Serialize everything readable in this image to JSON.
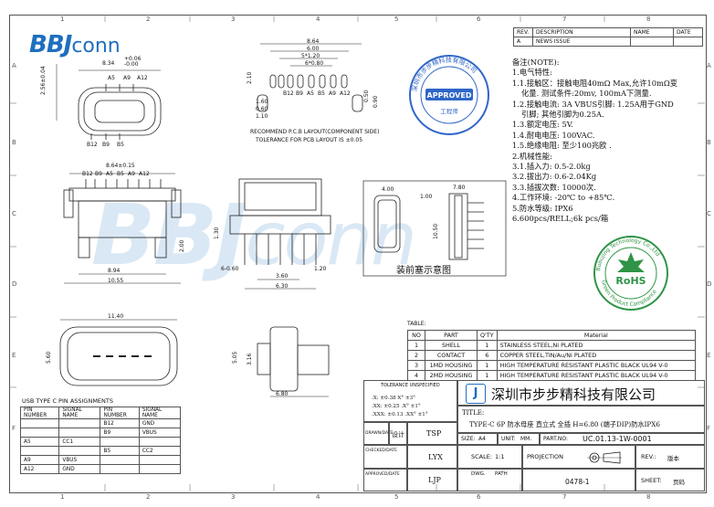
{
  "ruler": {
    "cols": [
      "1",
      "2",
      "3",
      "4",
      "5",
      "6",
      "7",
      "8"
    ],
    "rows": [
      "A",
      "B",
      "C",
      "D",
      "E",
      "F"
    ]
  },
  "logo": {
    "text_bbj": "BBJ",
    "text_conn": "conn"
  },
  "watermark": {
    "text_bbj": "BBJ",
    "text_conn": "conn"
  },
  "revision": {
    "headers": [
      "REV.",
      "DESCRIPTION",
      "NAME",
      "DATE"
    ],
    "rows": [
      [
        "A",
        "NEWS ISSUE",
        "",
        ""
      ]
    ]
  },
  "approved_stamp": {
    "top_text": "深圳市步步精科技有限公司",
    "center": "APPROVED",
    "bottom_text": "工程师"
  },
  "rohs_stamp": {
    "top_text": "Bubujing Technology Co.,Ltd",
    "center": "RoHS",
    "bottom_text": "Green Product Compliance"
  },
  "notes": {
    "heading": "备注(NOTE):",
    "lines": [
      {
        "text": "1.电气特性:",
        "indent": false
      },
      {
        "text": "1.1.接触区：接触电阻40mΩ Max,允许10mΩ变",
        "indent": false
      },
      {
        "text": "化量. 测试条件:20mv, 100mA下测量.",
        "indent": true
      },
      {
        "text": "1.2.接触电流: 3A VBUS引脚: 1.25A用于GND",
        "indent": false
      },
      {
        "text": "引脚; 其他引脚为0.25A.",
        "indent": true
      },
      {
        "text": "1.3.额定电压: 5V.",
        "indent": false
      },
      {
        "text": "1.4.耐电电压: 100VAC.",
        "indent": false
      },
      {
        "text": "1.5.绝缘电阻: 至少100兆欧 .",
        "indent": false
      },
      {
        "text": "2.机械性能:",
        "indent": false
      },
      {
        "text": "3.1.插入力: 0.5-2.0kg",
        "indent": false
      },
      {
        "text": "3.2.拔出力: 0.6-2.04Kg",
        "indent": false
      },
      {
        "text": "3.3.插拔次数: 10000次.",
        "indent": false
      },
      {
        "text": "4.工作环境: -20℃ to +85℃.",
        "indent": false
      },
      {
        "text": "5.防水等级: IPX6",
        "indent": false
      },
      {
        "text": "6.600pcs/RELL;6k pcs/箱",
        "indent": false
      }
    ]
  },
  "drawing": {
    "top_view": {
      "dim_w1": "8.34",
      "dim_tol": "+0.06\n-0.00",
      "dim_h": "2.56±0.04",
      "pins_top": [
        "A5",
        "A9",
        "A12"
      ],
      "pins_bottom": [
        "B12",
        "B9",
        "B5"
      ]
    },
    "pcb_layout": {
      "dims": [
        "8.64",
        "6.00",
        "5*1.20",
        "6*0.80",
        "2.10",
        "1.60",
        "0.60",
        "1.10",
        "0.50",
        "0.90"
      ],
      "pins": [
        "B12",
        "B9",
        "A5",
        "B5",
        "A9",
        "A12"
      ],
      "caption1": "RECOMMEND P.C.B LAYOUT(COMPONENT SIDE)",
      "caption2": "TOLERANCE FOR PCB LAYOUT IS ±0.05"
    },
    "front_view": {
      "dim_top": "8.64±0.15",
      "pins": [
        "B12",
        "B9",
        "A5",
        "B5",
        "A9",
        "A12"
      ],
      "dim_w": "8.94",
      "dim_total": "10.55",
      "dim_h": "2.00"
    },
    "side_view": {
      "dim_h": "1.30",
      "dim_pitch": "6-0.60",
      "dim_r": "1.20",
      "dim_w1": "3.60",
      "dim_w2": "6.30"
    },
    "assembly_view": {
      "dim_a": "4.00",
      "dim_b": "7.80",
      "dim_c": "1.00",
      "dim_d": "10.50",
      "caption": "装前塞示意图"
    },
    "bottom_view": {
      "dim_w": "11.40",
      "dim_h": "5.60"
    },
    "end_view": {
      "dim_h1": "5.05",
      "dim_h2": "3.16",
      "dim_w": "6.80"
    }
  },
  "bom": {
    "title": "TABLE:",
    "headers": [
      "NO",
      "PART",
      "Q'TY",
      "Material"
    ],
    "rows": [
      [
        "1",
        "SHELL",
        "1",
        "STAINLESS STEEL,Ni PLATED"
      ],
      [
        "2",
        "CONTACT",
        "6",
        "COPPER STEEL,TIN/Au/Ni PLATED"
      ],
      [
        "3",
        "1MD HOUSING",
        "1",
        "HIGH TEMPERATURE RESISTANT PLASTIC BLACK UL94 V-0"
      ],
      [
        "4",
        "2MD HOUSING",
        "1",
        "HIGH TEMPERATURE RESISTANT PLASTIC BLACK UL94 V-0"
      ]
    ]
  },
  "pin_table": {
    "title": "USB TYPE C PIN ASSIGNMENTS",
    "headers": [
      "PIN NUMBER",
      "SIGNAL NAME",
      "PIN NUMBER",
      "SIGNAL NAME"
    ],
    "rows": [
      [
        "",
        "",
        "B12",
        "GND"
      ],
      [
        "",
        "",
        "B9",
        "VBUS"
      ],
      [
        "A5",
        "CC1",
        "",
        ""
      ],
      [
        "",
        "",
        "B5",
        "CC2"
      ],
      [
        "A9",
        "VBUS",
        "",
        ""
      ],
      [
        "A12",
        "GND",
        "",
        ""
      ]
    ]
  },
  "title_block": {
    "tolerance_title": "TOLERANCE UNSPECIFIED",
    "tol_lines": [
      ".X: ±0.38    X° ±3°",
      ".XX: ±0.25    .X° ±1°",
      ".XXX: ±0.13   .XX° ±1°"
    ],
    "company": "深圳市步步精科技有限公司",
    "title_label": "TITLE:",
    "title_value": "TYPE-C 6P 防水母座 直立式 全插 H=6.80 (端子DIP)防水IPX6",
    "drawn_label": "DRAWN/DATE",
    "design_label": "设计",
    "drawn_by": "TSP",
    "checked_label": "CHECKED/DATE",
    "checked_by": "LYX",
    "approved_label": "APPROVED/DATE",
    "approved_by": "LJP",
    "size_label": "SIZE:",
    "size_value": "A4",
    "unit_label": "UNIT:",
    "unit_value": "MM.",
    "part_label": "PART.NO:",
    "part_value": "UC.01.13-1W-0001",
    "scale_label": "SCALE:",
    "scale_value": "1:1",
    "projection_label": "PROJECTION",
    "rev_label": "REV.:",
    "rev_value": "版本",
    "dwg_label": "DWG.",
    "path_label": "PATH",
    "dwg_value": "0478-1",
    "sheet_label": "SHEET:",
    "sheet_value": "页码"
  }
}
